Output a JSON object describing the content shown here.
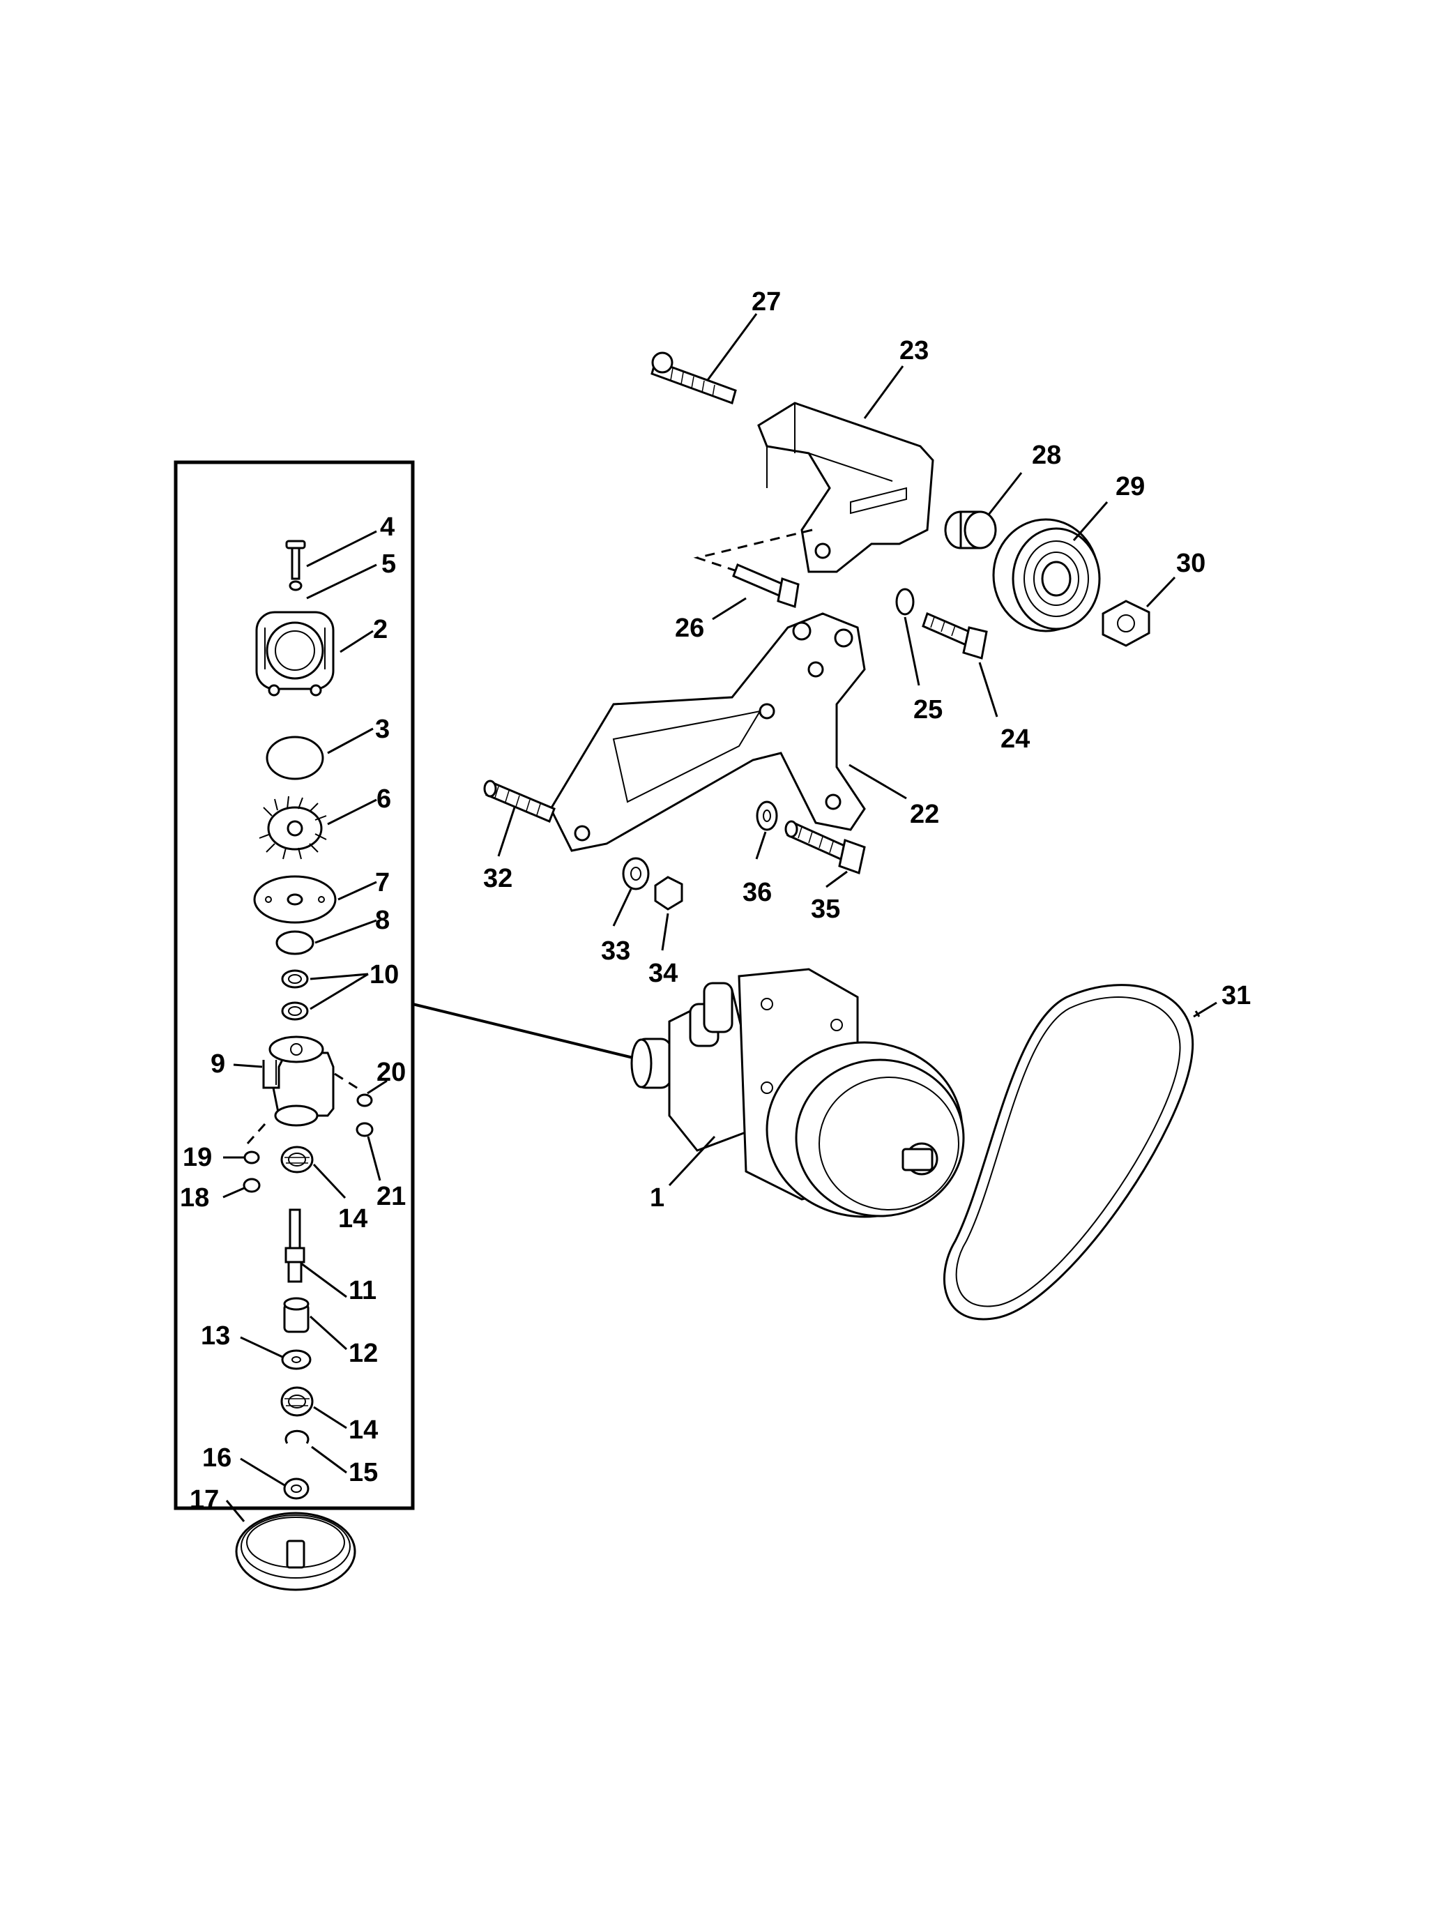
{
  "diagram": {
    "labels": [
      {
        "id": "label-1",
        "text": "1"
      },
      {
        "id": "label-2",
        "text": "2"
      },
      {
        "id": "label-3",
        "text": "3"
      },
      {
        "id": "label-4",
        "text": "4"
      },
      {
        "id": "label-5",
        "text": "5"
      },
      {
        "id": "label-6",
        "text": "6"
      },
      {
        "id": "label-7",
        "text": "7"
      },
      {
        "id": "label-8",
        "text": "8"
      },
      {
        "id": "label-9",
        "text": "9"
      },
      {
        "id": "label-10",
        "text": "10"
      },
      {
        "id": "label-11",
        "text": "11"
      },
      {
        "id": "label-12",
        "text": "12"
      },
      {
        "id": "label-13",
        "text": "13"
      },
      {
        "id": "label-14a",
        "text": "14"
      },
      {
        "id": "label-14b",
        "text": "14"
      },
      {
        "id": "label-15",
        "text": "15"
      },
      {
        "id": "label-16",
        "text": "16"
      },
      {
        "id": "label-17",
        "text": "17"
      },
      {
        "id": "label-18",
        "text": "18"
      },
      {
        "id": "label-19",
        "text": "19"
      },
      {
        "id": "label-20",
        "text": "20"
      },
      {
        "id": "label-21",
        "text": "21"
      },
      {
        "id": "label-22",
        "text": "22"
      },
      {
        "id": "label-23",
        "text": "23"
      },
      {
        "id": "label-24",
        "text": "24"
      },
      {
        "id": "label-25",
        "text": "25"
      },
      {
        "id": "label-26",
        "text": "26"
      },
      {
        "id": "label-27",
        "text": "27"
      },
      {
        "id": "label-28",
        "text": "28"
      },
      {
        "id": "label-29",
        "text": "29"
      },
      {
        "id": "label-30",
        "text": "30"
      },
      {
        "id": "label-31",
        "text": "31"
      },
      {
        "id": "label-32",
        "text": "32"
      },
      {
        "id": "label-33",
        "text": "33"
      },
      {
        "id": "label-34",
        "text": "34"
      },
      {
        "id": "label-35",
        "text": "35"
      },
      {
        "id": "label-36",
        "text": "36"
      }
    ]
  }
}
